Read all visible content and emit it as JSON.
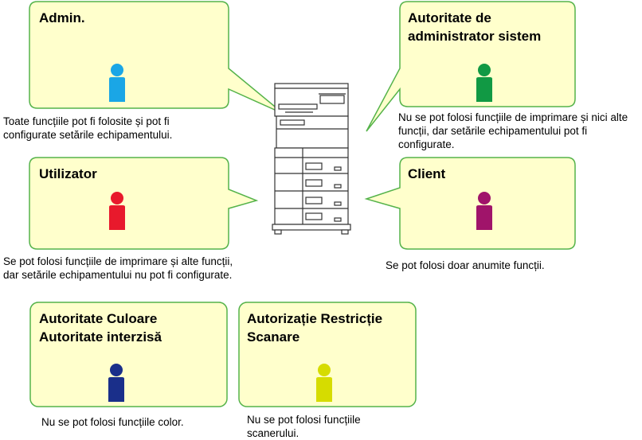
{
  "roles": {
    "admin": {
      "title": "Admin.",
      "description": "Toate funcțiile pot fi folosite și pot fi configurate setările echipamentului.",
      "icon": "person-icon",
      "color": "#1aa6e6"
    },
    "system_admin": {
      "title_line1": "Autoritate de",
      "title_line2": "administrator sistem",
      "description": "Nu se pot folosi funcțiile de imprimare și nici alte funcții, dar setările echipamentului pot fi configurate.",
      "icon": "person-icon",
      "color": "#119944"
    },
    "user": {
      "title": "Utilizator",
      "description": "Se pot folosi funcțiile de imprimare și alte funcții, dar setările echipamentului nu pot fi configurate.",
      "icon": "person-icon",
      "color": "#e8192c"
    },
    "guest": {
      "title": "Client",
      "description": "Se pot folosi doar anumite funcții.",
      "icon": "person-icon",
      "color": "#a0146a"
    },
    "color_restricted": {
      "title_line1": "Autoritate Culoare",
      "title_line2": "Autoritate interzisă",
      "description": "Nu se pot folosi funcțiile color.",
      "icon": "person-icon",
      "color": "#1a2f8a"
    },
    "scan_restricted": {
      "title_line1": "Autorizație Restricție",
      "title_line2": "Scanare",
      "description": "Nu se pot folosi funcțiile scanerului.",
      "icon": "person-icon",
      "color": "#d6dc00"
    }
  },
  "device": {
    "icon": "multifunction-printer-icon"
  },
  "colors": {
    "box_fill": "#ffffcc",
    "box_border": "#55b34a"
  }
}
